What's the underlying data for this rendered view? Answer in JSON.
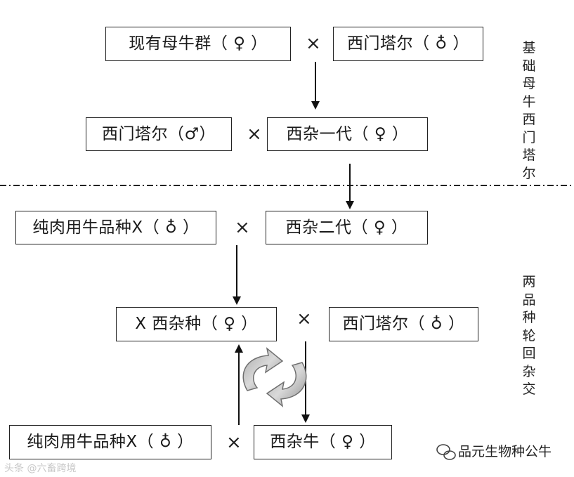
{
  "boxes": {
    "herd": "现有母牛群（ ♀ ）",
    "simmental_top": "西门塔尔（ ♁ ）",
    "simmental_male": "西门塔尔（♂）",
    "f1": "西杂一代（ ♀ ）",
    "beef_x1": "纯肉用牛品种X（ ♁ ）",
    "f2": "西杂二代（ ♀ ）",
    "x_cross": "X 西杂种（ ♀ ）",
    "simmental_right": "西门塔尔（ ♁ ）",
    "beef_x2": "纯肉用牛品种X（ ♁ ）",
    "cross_cattle": "西杂牛（ ♀ ）"
  },
  "cross_symbol": "×",
  "stage_labels": {
    "top": "基础母牛西门塔尔",
    "bottom": "两品种轮回杂交"
  },
  "brand": "品元生物种公牛",
  "watermark": "头条 @六畜跨境"
}
